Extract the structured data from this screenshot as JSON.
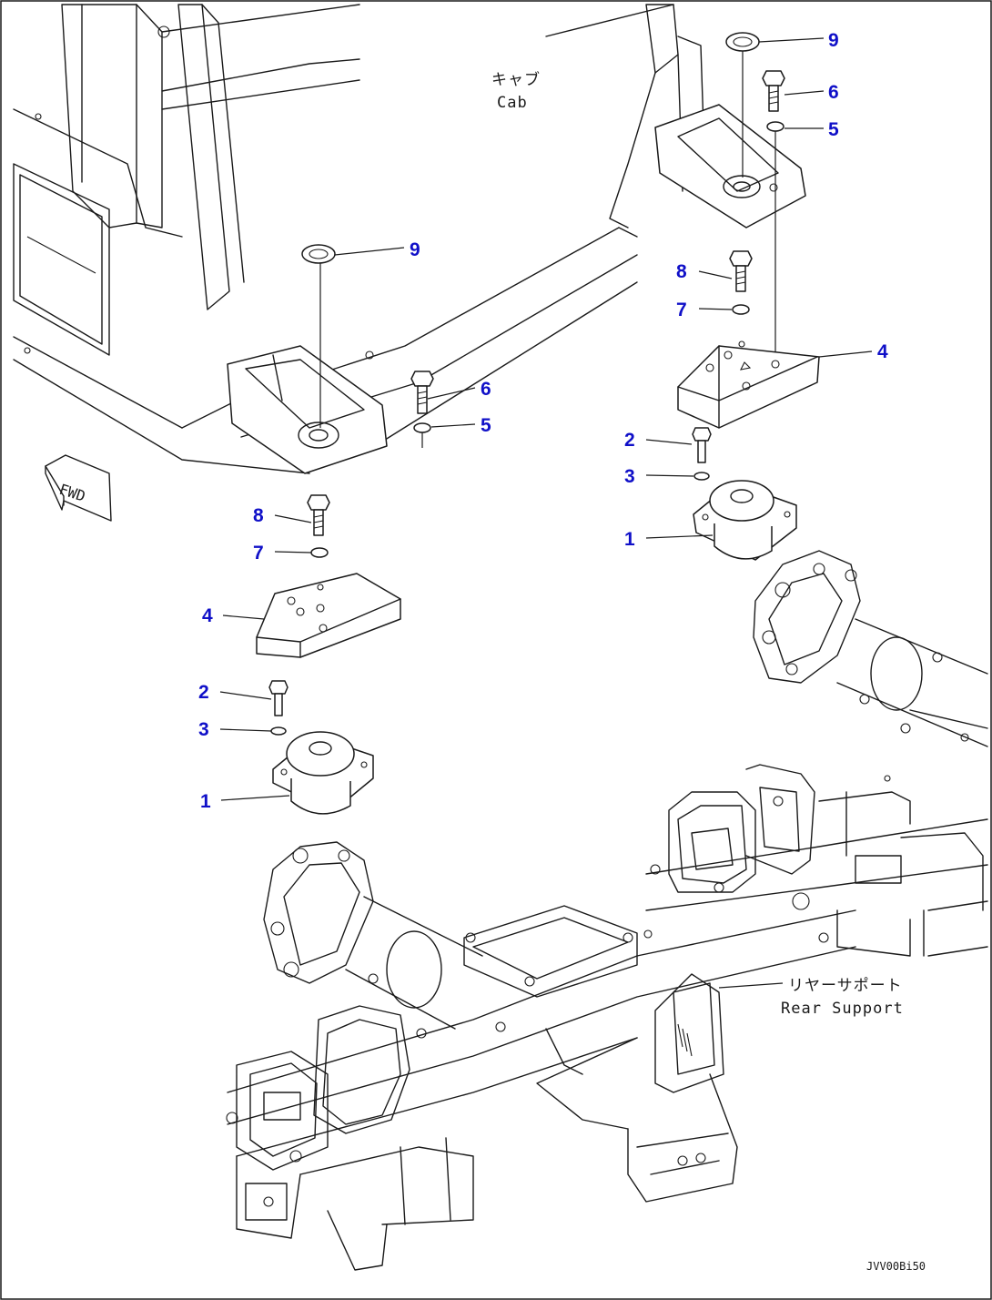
{
  "labels": {
    "cab_jp": "キャブ",
    "cab_en": "Cab",
    "rear_support_jp": "リヤーサポート",
    "rear_support_en": "Rear Support",
    "fwd": "FWD",
    "drawing_code": "JVV00Bi50"
  },
  "callouts": {
    "right_9": "9",
    "right_6": "6",
    "right_5": "5",
    "right_8": "8",
    "right_7": "7",
    "right_4": "4",
    "right_2": "2",
    "right_3": "3",
    "right_1": "1",
    "left_9": "9",
    "left_6": "6",
    "left_5": "5",
    "left_8": "8",
    "left_7": "7",
    "left_4": "4",
    "left_2": "2",
    "left_3": "3",
    "left_1": "1"
  },
  "colors": {
    "callout": "#1010c8",
    "line": "#1a1a1a",
    "background": "#ffffff"
  }
}
